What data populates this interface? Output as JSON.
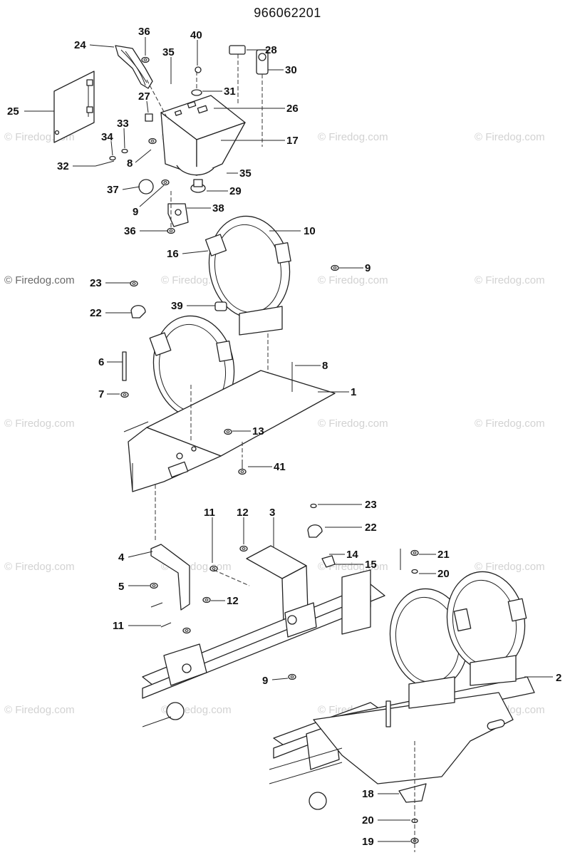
{
  "document": {
    "part_number": "966062201"
  },
  "watermark": {
    "text": "© Firedog.com"
  },
  "callouts": [
    "24",
    "36",
    "40",
    "35",
    "28",
    "30",
    "31",
    "27",
    "26",
    "25",
    "33",
    "34",
    "17",
    "8",
    "32",
    "35",
    "37",
    "29",
    "9",
    "38",
    "36",
    "10",
    "16",
    "9",
    "23",
    "39",
    "22",
    "6",
    "8",
    "7",
    "1",
    "13",
    "41",
    "23",
    "11",
    "12",
    "3",
    "22",
    "4",
    "14",
    "15",
    "21",
    "5",
    "20",
    "12",
    "11",
    "2",
    "9",
    "18",
    "20",
    "19"
  ]
}
